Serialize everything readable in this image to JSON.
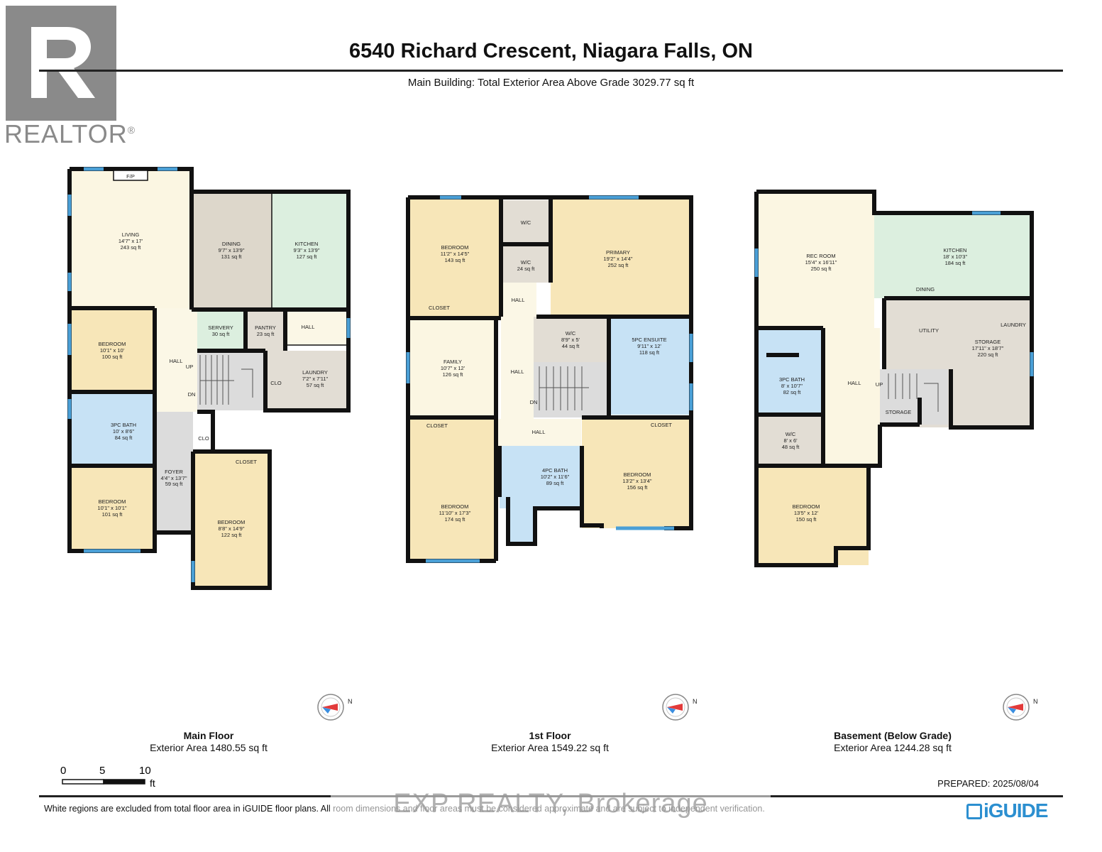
{
  "logo": {
    "wordmark": "REALTOR",
    "registered": "®"
  },
  "header": {
    "title": "6540 Richard Crescent, Niagara Falls, ON",
    "subtitle": "Main Building: Total Exterior Area Above Grade 3029.77 sq ft"
  },
  "floors": [
    {
      "name": "Main Floor",
      "area": "Exterior Area 1480.55 sq ft",
      "rooms": [
        {
          "name": "LIVING",
          "dims": "14'7\" x 17'",
          "area": "243 sq ft"
        },
        {
          "name": "DINING",
          "dims": "9'7\" x 13'9\"",
          "area": "131 sq ft"
        },
        {
          "name": "KITCHEN",
          "dims": "9'3\" x 13'9\"",
          "area": "127 sq ft"
        },
        {
          "name": "BEDROOM",
          "dims": "10'1\" x 10'",
          "area": "100 sq ft"
        },
        {
          "name": "SERVERY",
          "dims": "",
          "area": "30 sq ft"
        },
        {
          "name": "PANTRY",
          "dims": "",
          "area": "23 sq ft"
        },
        {
          "name": "LAUNDRY",
          "dims": "7'2\" x 7'11\"",
          "area": "57 sq ft"
        },
        {
          "name": "3PC BATH",
          "dims": "10' x 8'6\"",
          "area": "84 sq ft"
        },
        {
          "name": "FOYER",
          "dims": "4'4\" x 13'7\"",
          "area": "59 sq ft"
        },
        {
          "name": "BEDROOM",
          "dims": "10'1\" x 10'1\"",
          "area": "101 sq ft"
        },
        {
          "name": "BEDROOM",
          "dims": "8'8\" x 14'9\"",
          "area": "122 sq ft"
        }
      ],
      "tags": [
        "F/P",
        "HALL",
        "UP",
        "DN",
        "HALL",
        "CLO",
        "CLO",
        "CLOSET"
      ]
    },
    {
      "name": "1st Floor",
      "area": "Exterior Area 1549.22 sq ft",
      "rooms": [
        {
          "name": "BEDROOM",
          "dims": "11'2\" x 14'5\"",
          "area": "143 sq ft"
        },
        {
          "name": "W/C",
          "dims": "",
          "area": ""
        },
        {
          "name": "W/C",
          "dims": "",
          "area": "24 sq ft"
        },
        {
          "name": "PRIMARY",
          "dims": "19'2\" x 14'4\"",
          "area": "252 sq ft"
        },
        {
          "name": "FAMILY",
          "dims": "10'7\" x 12'",
          "area": "126 sq ft"
        },
        {
          "name": "W/C",
          "dims": "8'9\" x 5'",
          "area": "44 sq ft"
        },
        {
          "name": "5PC ENSUITE",
          "dims": "9'11\" x 12'",
          "area": "118 sq ft"
        },
        {
          "name": "4PC BATH",
          "dims": "10'2\" x 11'6\"",
          "area": "89 sq ft"
        },
        {
          "name": "BEDROOM",
          "dims": "11'10\" x 17'3\"",
          "area": "174 sq ft"
        },
        {
          "name": "BEDROOM",
          "dims": "13'2\" x 13'4\"",
          "area": "156 sq ft"
        }
      ],
      "tags": [
        "CLOSET",
        "HALL",
        "HALL",
        "DN",
        "HALL",
        "CLOSET",
        "CLOSET"
      ]
    },
    {
      "name": "Basement (Below Grade)",
      "area": "Exterior Area 1244.28 sq ft",
      "rooms": [
        {
          "name": "REC ROOM",
          "dims": "15'4\" x 16'11\"",
          "area": "250 sq ft"
        },
        {
          "name": "KITCHEN",
          "dims": "18' x 10'3\"",
          "area": "184 sq ft"
        },
        {
          "name": "STORAGE",
          "dims": "17'11\" x 18'7\"",
          "area": "220 sq ft"
        },
        {
          "name": "3PC BATH",
          "dims": "8' x 10'7\"",
          "area": "82 sq ft"
        },
        {
          "name": "W/C",
          "dims": "8' x 6'",
          "area": "48 sq ft"
        },
        {
          "name": "BEDROOM",
          "dims": "13'5\" x 12'",
          "area": "150 sq ft"
        }
      ],
      "tags": [
        "DINING",
        "UTILITY",
        "LAUNDRY",
        "HALL",
        "UP",
        "STORAGE"
      ]
    }
  ],
  "compass_letter": "N",
  "scale": {
    "ticks": [
      "0",
      "5",
      "10"
    ],
    "unit": "ft"
  },
  "prepared": "PREPARED: 2025/08/04",
  "disclaimer": "White regions are excluded from total floor area in iGUIDE floor plans. All room dimensions and floor areas must be considered approximate and are subject to independent verification.",
  "watermark": "EXP REALTY, Brokerage",
  "brand": "iGUIDE",
  "colors": {
    "living": "#fbf6e2",
    "bedroom": "#f7e6b8",
    "dining": "#ddd7cb",
    "kitchen": "#dcefdf",
    "bath": "#c7e2f5",
    "utility": "#e2ddd4",
    "hall": "#fbf7e6",
    "foyer": "#dcdcdc",
    "wall": "#111111",
    "window": "#4a9fd6",
    "compass_red": "#e23a3a",
    "compass_blue": "#3a8ee0",
    "brand_blue": "#2c8fd0"
  }
}
